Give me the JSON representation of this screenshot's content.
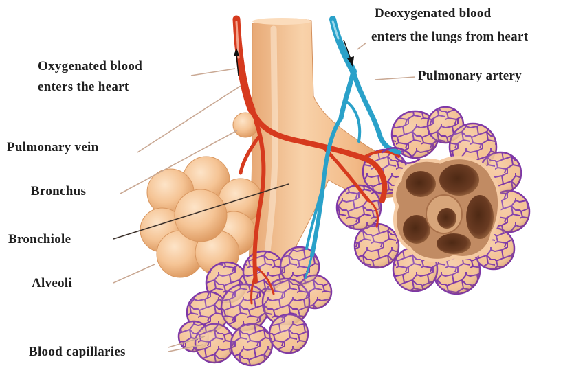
{
  "labels": {
    "deoxygenated_line1": "Deoxygenated blood",
    "deoxygenated_line2": "enters the lungs from heart",
    "pulmonary_artery": "Pulmonary artery",
    "oxygenated_line1": "Oxygenated blood",
    "oxygenated_line2": "enters the heart",
    "pulmonary_vein": "Pulmonary vein",
    "bronchus": "Bronchus",
    "bronchiole": "Bronchiole",
    "alveoli": "Alveoli",
    "blood_capillaries": "Blood capillaries"
  },
  "colors": {
    "tissue": "#f4c396",
    "oxygenated_blood": "#d63a1e",
    "deoxygenated_blood": "#2aa1c9",
    "capillary_network": "#7d36a6",
    "alveolar_cavity": "#6a3b22",
    "label_text": "#1e1e1e"
  }
}
